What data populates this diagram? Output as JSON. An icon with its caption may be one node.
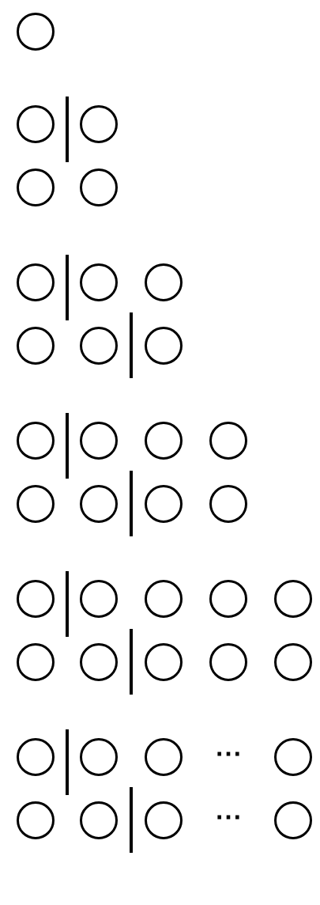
{
  "diagram": {
    "nodes": [
      {
        "text": [],
        "shape": "circle"
      },
      {
        "text": [],
        "shape": "circle"
      },
      {
        "text": [],
        "shape": "circle"
      },
      {
        "text": [],
        "shape": "circle"
      },
      {
        "text": [],
        "shape": "circle"
      },
      {
        "text": [],
        "shape": "circle"
      },
      {
        "text": [],
        "shape": "circle"
      },
      {
        "text": [],
        "shape": "circle"
      },
      {
        "text": [],
        "shape": "circle"
      },
      {
        "text": [],
        "shape": "circle"
      },
      {
        "text": [],
        "shape": "circle"
      },
      {
        "text": [],
        "shape": "circle"
      },
      {
        "text": [],
        "shape": "circle"
      },
      {
        "text": [],
        "shape": "circle"
      },
      {
        "text": [],
        "shape": "circle"
      },
      {
        "text": [],
        "shape": "circle"
      },
      {
        "text": [],
        "shape": "circle"
      },
      {
        "text": [],
        "shape": "circle"
      },
      {
        "text": [],
        "shape": "circle"
      },
      {
        "text": [],
        "shape": "circle"
      },
      {
        "text": [],
        "shape": "circle"
      },
      {
        "text": [],
        "shape": "circle"
      },
      {
        "text": [],
        "shape": "circle"
      },
      {
        "text": [],
        "shape": "circle"
      },
      {
        "text": [],
        "shape": "circle"
      },
      {
        "text": [],
        "shape": "circle"
      },
      {
        "text": [],
        "shape": "circle"
      },
      {
        "text": [],
        "shape": "circle"
      },
      {
        "text": [],
        "shape": "circle"
      },
      {
        "text": [],
        "shape": "circle"
      },
      {
        "text": [],
        "shape": "circle"
      },
      {
        "text": [],
        "shape": "circle"
      },
      {
        "text": [],
        "shape": "circle"
      },
      {
        "text": [],
        "shape": "circle"
      },
      {
        "text": [],
        "shape": "circle"
      },
      {
        "text": [],
        "shape": "circle"
      },
      {
        "text": [],
        "shape": "circle"
      }
    ],
    "labels": [
      "⋯",
      "⋯"
    ]
  }
}
